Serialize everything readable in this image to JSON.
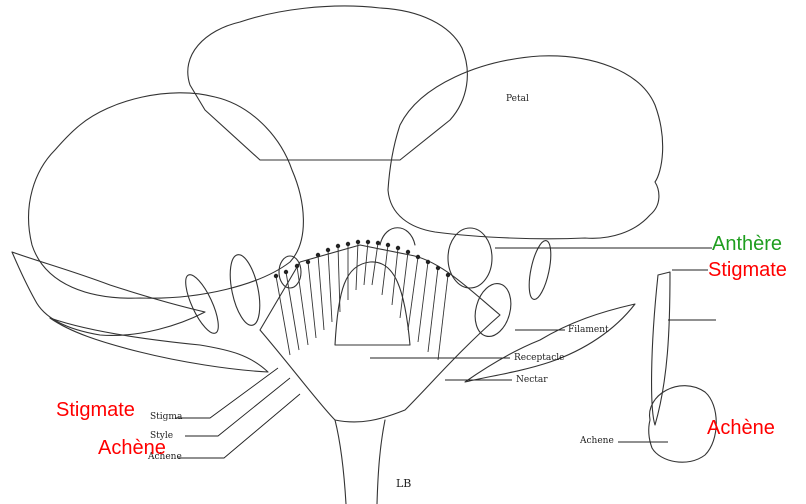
{
  "diagram": {
    "labels": {
      "petal": "Petal",
      "filament": "Filament",
      "receptacle": "Receptacle",
      "nectar": "Nectar",
      "stigma": "Stigma",
      "style": "Style",
      "achene_left": "Achene",
      "achene_right": "Achene",
      "signature": "LB"
    },
    "overlay_labels": {
      "anthere": "Anthère",
      "stigmate_right": "Stigmate",
      "stigmate_left": "Stigmate",
      "achene_left": "Achène",
      "achene_right": "Achène"
    },
    "colors": {
      "overlay_red": "#ff0000",
      "overlay_green": "#1f9e1f",
      "line": "#333333"
    }
  }
}
